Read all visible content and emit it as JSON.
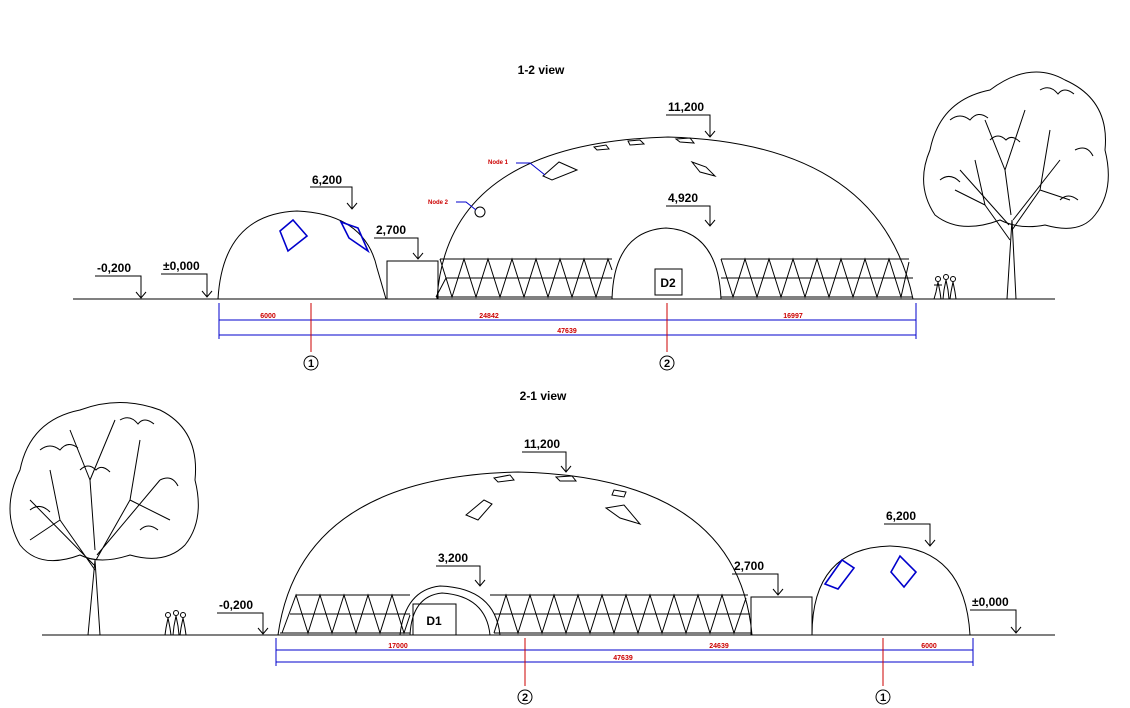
{
  "views": [
    {
      "title": "1-2 view",
      "levels": {
        "large_dome_top": "11,200",
        "small_dome_top": "6,200",
        "connector": "2,700",
        "entrance_dome": "4,920",
        "ground": "±0,000",
        "outside": "-0,200"
      },
      "door": "D2",
      "nodes": [
        "Node 1",
        "Node 2"
      ],
      "dimensions": [
        "6000",
        "24842",
        "16997"
      ],
      "overall": "47639",
      "axes": [
        "1",
        "2"
      ]
    },
    {
      "title": "2-1 view",
      "levels": {
        "large_dome_top": "11,200",
        "small_dome_top": "6,200",
        "connector": "2,700",
        "entrance_dome": "3,200",
        "ground": "±0,000",
        "outside": "-0,200"
      },
      "door": "D1",
      "dimensions": [
        "17000",
        "24639",
        "6000"
      ],
      "overall": "47639",
      "axes": [
        "2",
        "1"
      ]
    }
  ]
}
